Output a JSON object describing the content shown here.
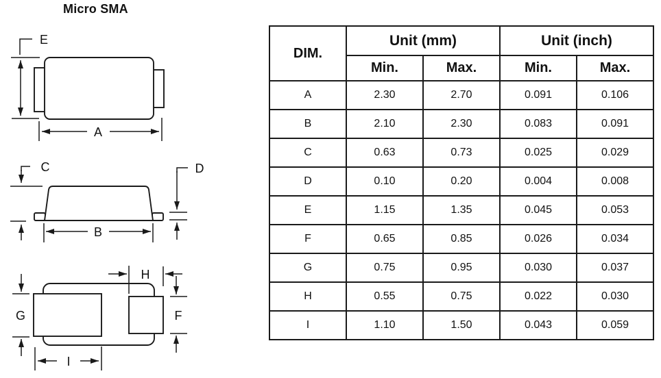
{
  "page_title": "Micro SMA",
  "table": {
    "dim_header": "DIM.",
    "groups": [
      {
        "label": "Unit (mm)",
        "min": "Min.",
        "max": "Max."
      },
      {
        "label": "Unit (inch)",
        "min": "Min.",
        "max": "Max."
      }
    ],
    "rows": [
      {
        "dim": "A",
        "mm_min": "2.30",
        "mm_max": "2.70",
        "in_min": "0.091",
        "in_max": "0.106"
      },
      {
        "dim": "B",
        "mm_min": "2.10",
        "mm_max": "2.30",
        "in_min": "0.083",
        "in_max": "0.091"
      },
      {
        "dim": "C",
        "mm_min": "0.63",
        "mm_max": "0.73",
        "in_min": "0.025",
        "in_max": "0.029"
      },
      {
        "dim": "D",
        "mm_min": "0.10",
        "mm_max": "0.20",
        "in_min": "0.004",
        "in_max": "0.008"
      },
      {
        "dim": "E",
        "mm_min": "1.15",
        "mm_max": "1.35",
        "in_min": "0.045",
        "in_max": "0.053"
      },
      {
        "dim": "F",
        "mm_min": "0.65",
        "mm_max": "0.85",
        "in_min": "0.026",
        "in_max": "0.034"
      },
      {
        "dim": "G",
        "mm_min": "0.75",
        "mm_max": "0.95",
        "in_min": "0.030",
        "in_max": "0.037"
      },
      {
        "dim": "H",
        "mm_min": "0.55",
        "mm_max": "0.75",
        "in_min": "0.022",
        "in_max": "0.030"
      },
      {
        "dim": "I",
        "mm_min": "1.10",
        "mm_max": "1.50",
        "in_min": "0.043",
        "in_max": "0.059"
      }
    ]
  },
  "diagrams": {
    "top_view": {
      "dim_e": "E",
      "dim_a": "A"
    },
    "side_view": {
      "dim_c": "C",
      "dim_d": "D",
      "dim_b": "B"
    },
    "bottom_view": {
      "dim_h": "H",
      "dim_g": "G",
      "dim_f": "F",
      "dim_i": "I"
    }
  },
  "colors": {
    "line": "#1a1a1a",
    "text": "#111111",
    "background": "#ffffff"
  }
}
